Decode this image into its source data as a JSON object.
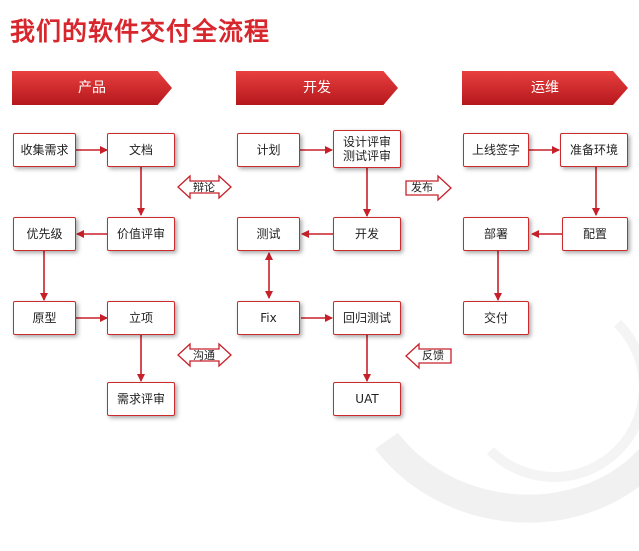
{
  "title": "我们的软件交付全流程",
  "phases": {
    "product": "产品",
    "dev": "开发",
    "ops": "运维"
  },
  "product": {
    "collect": "收集需求",
    "doc": "文档",
    "priority": "优先级",
    "value_review": "价值评审",
    "prototype": "原型",
    "project": "立项",
    "req_review": "需求评审"
  },
  "dev": {
    "plan": "计划",
    "design_review_1": "设计评审",
    "design_review_2": "测试评审",
    "test": "测试",
    "develop": "开发",
    "fix": "Fix",
    "regression": "回归测试",
    "uat": "UAT"
  },
  "ops": {
    "sign": "上线签字",
    "prepare": "准备环境",
    "deploy": "部署",
    "config": "配置",
    "deliver": "交付"
  },
  "connectors": {
    "debate": "辩论",
    "communicate": "沟通",
    "release": "发布",
    "feedback": "反馈"
  },
  "colors": {
    "accent": "#d8262d",
    "arrow": "#c8202a",
    "box_border": "#cc2b2b"
  }
}
